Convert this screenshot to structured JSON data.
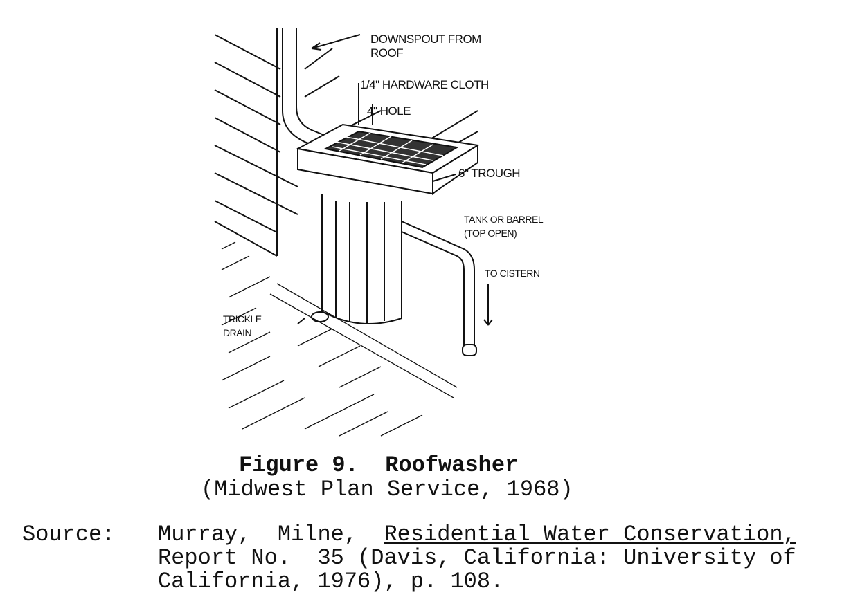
{
  "figure": {
    "labels": {
      "downspout": "DOWNSPOUT FROM",
      "downspout2": "ROOF",
      "hardware_cloth": "1/4\" HARDWARE CLOTH",
      "hole": "4\" HOLE",
      "trough": "6\" TROUGH",
      "tank": "TANK OR BARREL",
      "tank2": "(TOP OPEN)",
      "cistern": "TO CISTERN",
      "trickle": "TRICKLE",
      "trickle2": "DRAIN"
    },
    "caption_title": "Figure 9.  Roofwasher",
    "caption_source": "(Midwest Plan Service, 1968)"
  },
  "source": {
    "label": "Source:",
    "authors": "Murray,  Milne,",
    "title": "Residential Water Conservation,",
    "line2": "Report No.  35 (Davis, California: University of",
    "line3": "California, 1976), p. 108."
  }
}
